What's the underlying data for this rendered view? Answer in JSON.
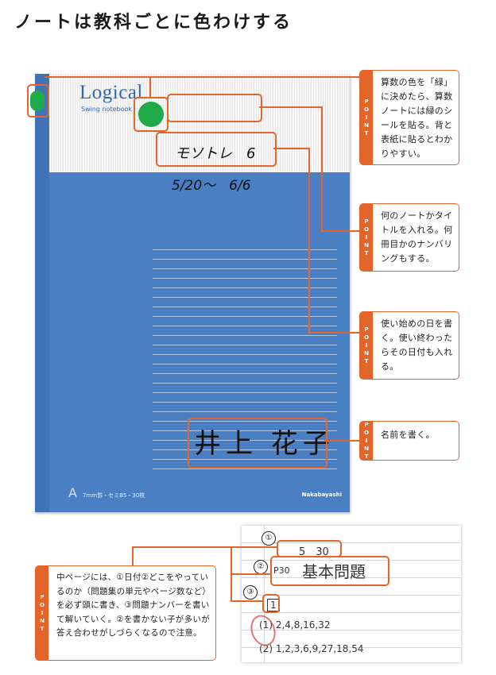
{
  "title": "ノートは教科ごとに色わけする",
  "notebook": {
    "brand": "Logical",
    "brand_sub": "Swing notebook",
    "handwriting_title": "モソトレ　6",
    "handwriting_dates": "5/20～　6/6",
    "handwriting_name": "井上 花子",
    "bottom_letter": "A",
    "bottom_spec": "7mm罫・セミB5・30枚",
    "bottom_brand": "Nakabayashi"
  },
  "points": [
    {
      "tab": "POINT",
      "text": "算数の色を「緑」に決めたら、算数ノートには緑のシールを貼る。背と表紙に貼るとわかりやすい。"
    },
    {
      "tab": "POINT",
      "text": "何のノートかタイトルを入れる。何冊目かのナンバリングもする。"
    },
    {
      "tab": "POINT",
      "text": "使い始めの日を書く。使い終わったらその日付も入れる。"
    },
    {
      "tab": "POINT",
      "text": "名前を書く。"
    },
    {
      "tab": "POINT",
      "text": "中ページには、①日付②どこをやっているのか（問題集の単元やページ数など）を必ず頭に書き、③問題ナンバーを書いて解いていく。②を書かない子が多いが答え合わせがしづらくなるので注意。"
    }
  ],
  "page_excerpt": {
    "markers": [
      "①",
      "②",
      "③"
    ],
    "date": "5　30",
    "page_ref": "P30",
    "unit": "基本問題",
    "problem_no": "1",
    "line1": "(1) 2,4,8,16,32",
    "line2": "(2) 1,2,3,6,9,27,18,54"
  },
  "colors": {
    "accent": "#e3652a",
    "sticker": "#1faa4a",
    "cover": "#4a7fc4"
  }
}
